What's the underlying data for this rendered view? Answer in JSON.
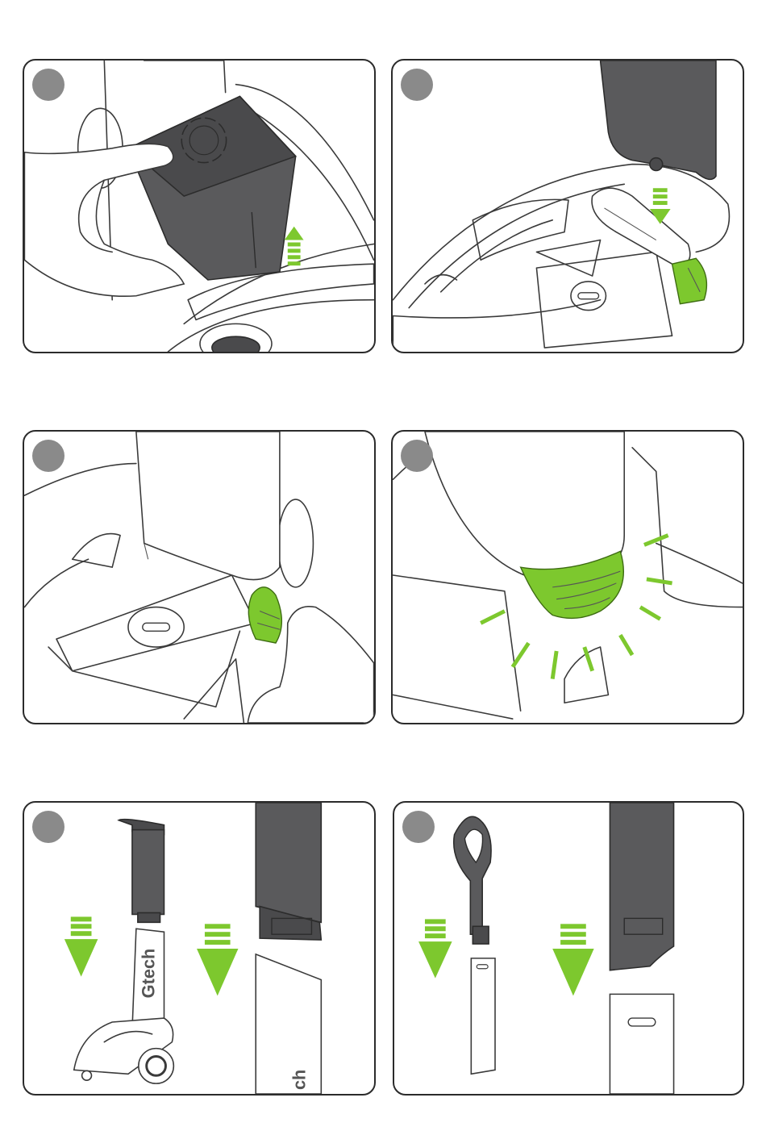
{
  "steps": [
    {
      "id": 1,
      "label": ""
    },
    {
      "id": 2,
      "label": ""
    },
    {
      "id": 3,
      "label": ""
    },
    {
      "id": 4,
      "label": ""
    },
    {
      "id": 5,
      "label": ""
    },
    {
      "id": 6,
      "label": ""
    }
  ],
  "branding": {
    "logo_text_small": "Gtech",
    "logo_text_large": "ch"
  },
  "colors": {
    "accent_green": "#7dc82e",
    "frame": "#2b2b2b",
    "badge": "#8a8a8a",
    "part_gray": "#5a5a5c"
  },
  "icons": [
    "arrow-up-icon",
    "arrow-down-icon",
    "click-lines-icon"
  ]
}
